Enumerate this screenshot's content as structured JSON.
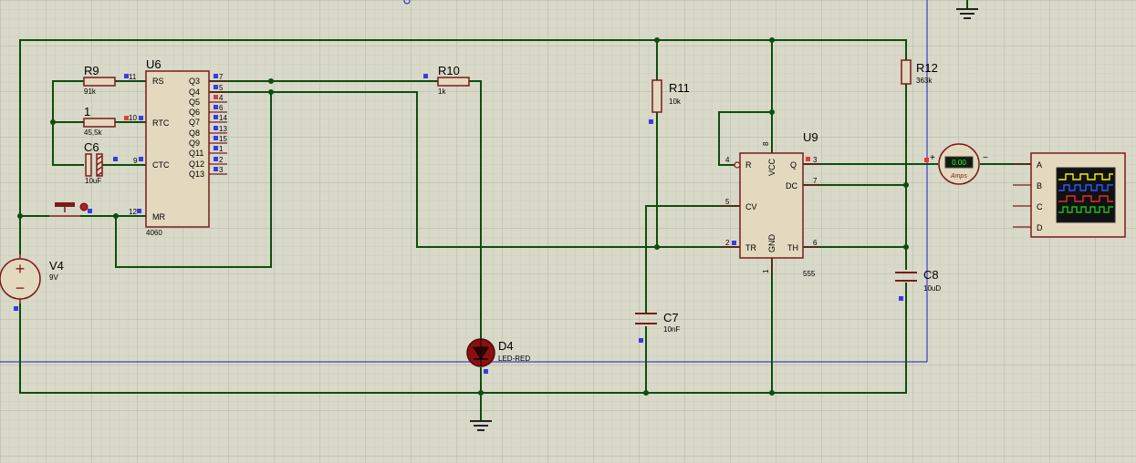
{
  "components": {
    "u6": {
      "ref": "U6",
      "type": "4060",
      "left_pins": [
        {
          "label": "RS",
          "num": "11"
        },
        {
          "label": "RTC",
          "num": "10"
        },
        {
          "label": "CTC",
          "num": "9"
        },
        {
          "label": "MR",
          "num": "12"
        }
      ],
      "right_pins": [
        {
          "label": "Q3",
          "num": "7"
        },
        {
          "label": "Q4",
          "num": "5"
        },
        {
          "label": "Q5",
          "num": "4"
        },
        {
          "label": "Q6",
          "num": "6"
        },
        {
          "label": "Q7",
          "num": "14"
        },
        {
          "label": "Q8",
          "num": "13"
        },
        {
          "label": "Q9",
          "num": "15"
        },
        {
          "label": "Q11",
          "num": "1"
        },
        {
          "label": "Q12",
          "num": "2"
        },
        {
          "label": "Q13",
          "num": "3"
        }
      ]
    },
    "u9": {
      "ref": "U9",
      "type": "555",
      "pins": {
        "r": "R",
        "q": "Q",
        "dc": "DC",
        "cv": "CV",
        "tr": "TR",
        "th": "TH",
        "vcc": "VCC",
        "gnd": "GND"
      },
      "nums": {
        "r": "4",
        "q": "3",
        "dc": "7",
        "cv": "5",
        "tr": "2",
        "th": "6",
        "vcc": "8",
        "gnd": "1"
      }
    },
    "r9": {
      "ref": "R9",
      "value": "91k"
    },
    "r1": {
      "ref": "1",
      "value": "45,5k"
    },
    "c6": {
      "ref": "C6",
      "value": "10uF"
    },
    "r10": {
      "ref": "R10",
      "value": "1k"
    },
    "r11": {
      "ref": "R11",
      "value": "10k"
    },
    "r12": {
      "ref": "R12",
      "value": "363k"
    },
    "c7": {
      "ref": "C7",
      "value": "10nF"
    },
    "c8": {
      "ref": "C8",
      "value": "10uD"
    },
    "d4": {
      "ref": "D4",
      "value": "LED-RED"
    },
    "v4": {
      "ref": "V4",
      "value": "9V"
    },
    "ammeter": {
      "reading": "0.00",
      "unit": "Amps",
      "plus": "+",
      "minus": "−"
    },
    "scope": {
      "channels": [
        "A",
        "B",
        "C",
        "D"
      ],
      "trace_colors": [
        "#f2f200",
        "#2a5cff",
        "#e03030",
        "#18c018"
      ]
    }
  }
}
